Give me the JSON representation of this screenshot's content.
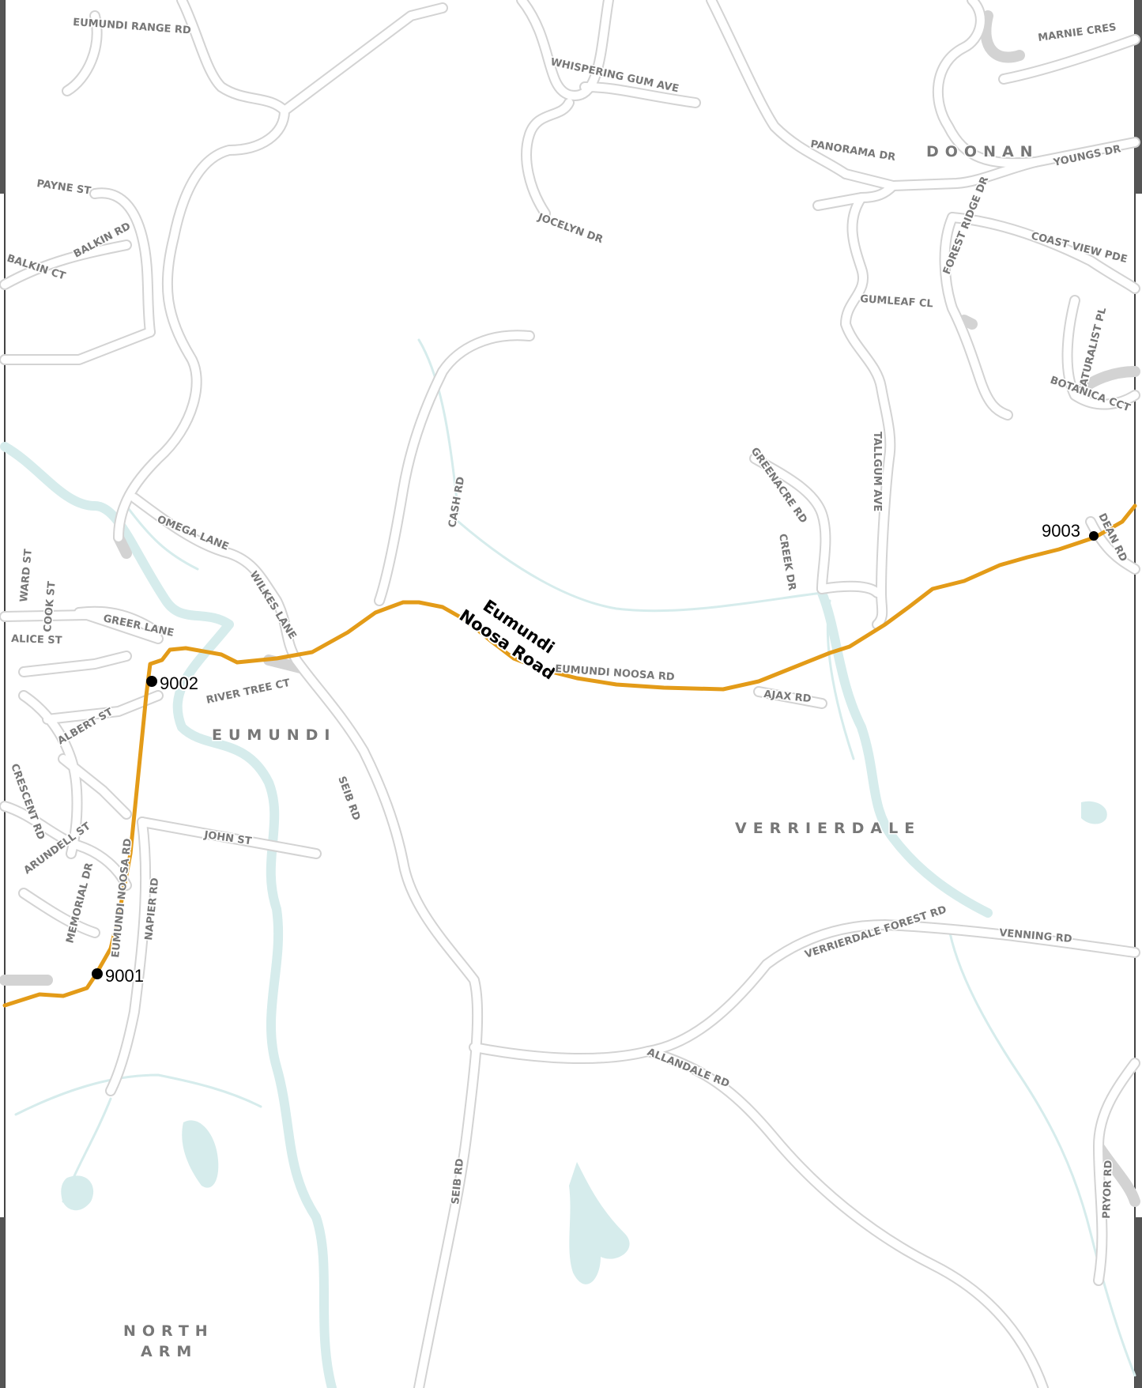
{
  "route": {
    "name_line1": "Eumundi",
    "name_line2": "Noosa Road",
    "color": "#e39b18"
  },
  "stops": [
    {
      "id": "9001"
    },
    {
      "id": "9002"
    },
    {
      "id": "9003"
    }
  ],
  "places": {
    "eumundi": "EUMUNDI",
    "doonan": "DOONAN",
    "verrierdale": "VERRIERDALE",
    "north": "NORTH",
    "arm": "ARM"
  },
  "roads": {
    "eumundi_range_rd": "EUMUNDI RANGE RD",
    "whispering_gum_ave": "WHISPERING GUM AVE",
    "marnie_cres": "MARNIE CRES",
    "panorama_dr": "PANORAMA DR",
    "youngs_dr": "YOUNGS DR",
    "payne_st": "PAYNE ST",
    "balkin_rd": "BALKIN RD",
    "balkin_ct": "BALKIN CT",
    "jocelyn_dr": "JOCELYN DR",
    "forest_ridge_dr": "FOREST RIDGE DR",
    "coast_view_pde": "COAST VIEW PDE",
    "gumleaf_cl": "GUMLEAF CL",
    "naturalist_pl": "NATURALIST PL",
    "botanica_cct": "BOTANICA CCT",
    "greenacre_rd": "GREENACRE RD",
    "tallgum_ave": "TALLGUM AVE",
    "cash_rd": "CASH RD",
    "omega_lane": "OMEGA LANE",
    "wilkes_lane": "WILKES LANE",
    "creek_dr": "CREEK DR",
    "dean_rd": "DEAN RD",
    "ward_st": "WARD ST",
    "cook_st": "COOK ST",
    "alice_st": "ALICE ST",
    "greer_lane": "GREER LANE",
    "river_tree_ct": "RIVER TREE CT",
    "eumundi_noosa_rd": "EUMUNDI NOOSA RD",
    "ajax_rd": "AJAX RD",
    "albert_st": "ALBERT ST",
    "crescent_rd": "CRESCENT RD",
    "arundell_st": "ARUNDELL ST",
    "john_st": "JOHN ST",
    "seib_rd": "SEIB RD",
    "memorial_dr": "MEMORIAL DR",
    "eumundi_noosa_rd_2": "EUMUNDI NOOSA RD",
    "napier_rd": "NAPIER RD",
    "verrierdale_forest_rd": "VERRIERDALE FOREST RD",
    "venning_rd": "VENNING RD",
    "allandale_rd": "ALLANDALE RD",
    "seib_rd_2": "SEIB RD",
    "pryor_rd": "PRYOR RD"
  }
}
